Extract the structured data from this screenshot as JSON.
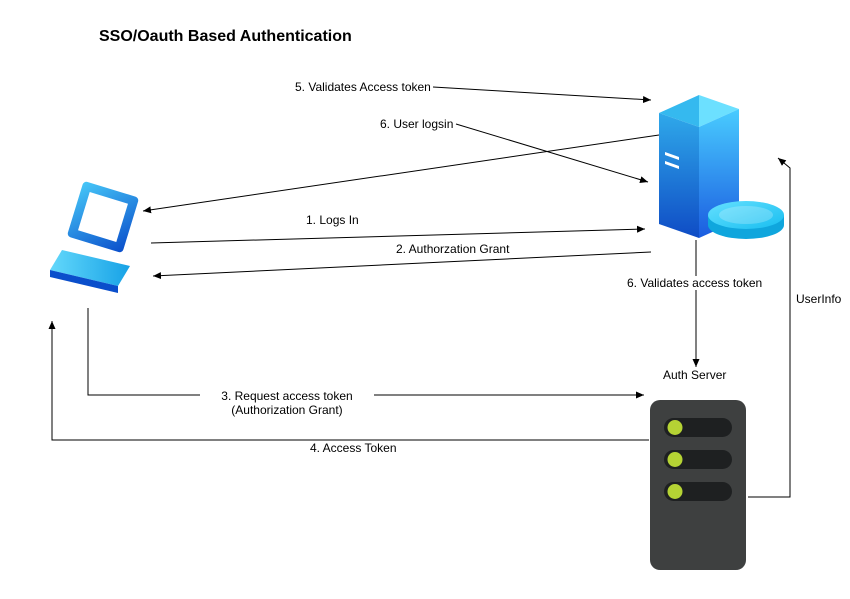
{
  "diagram": {
    "title": "SSO/Oauth Based Authentication",
    "labels": {
      "step5_validates": "5. Validates Access token",
      "step6_user_logsin": "6. User logsin",
      "step1_logs_in": "1.  Logs In",
      "step2_auth_grant": "2.  Authorzation Grant",
      "step6_validates_token": "6. Validates access token",
      "userinfo": "UserInfo",
      "step3_line1": "3.  Request access token",
      "step3_line2": "(Authorization Grant)",
      "step4_access_token": "4.  Access Token",
      "auth_server": "Auth Server"
    },
    "nodes": [
      {
        "id": "client",
        "type": "laptop-icon"
      },
      {
        "id": "sso_server",
        "type": "server-icon-with-disk"
      },
      {
        "id": "auth_server",
        "type": "server-rack-icon",
        "label_key": "auth_server"
      }
    ],
    "edges": [
      {
        "from": "client",
        "to": "sso_server",
        "label_key": "step5_validates"
      },
      {
        "from": "sso_server",
        "to": "client",
        "label_key": null
      },
      {
        "from": "client",
        "to": "sso_server",
        "label_key": "step6_user_logsin"
      },
      {
        "from": "client",
        "to": "sso_server",
        "label_key": "step1_logs_in"
      },
      {
        "from": "sso_server",
        "to": "client",
        "label_key": "step2_auth_grant"
      },
      {
        "from": "sso_server",
        "to": "auth_server",
        "label_key": "step6_validates_token"
      },
      {
        "from": "client",
        "to": "auth_server",
        "label_key": "step3_line1"
      },
      {
        "from": "auth_server",
        "to": "client",
        "label_key": "step4_access_token"
      },
      {
        "from": "auth_server",
        "to": "sso_server",
        "label_key": "userinfo"
      }
    ],
    "colors": {
      "background": "#ffffff",
      "text": "#000000",
      "arrow": "#000000",
      "icon_blue_light": "#47c8f8",
      "icon_blue_dark": "#0a4ecb",
      "disk_cyan": "#18bef0",
      "rack_body": "#3e4040",
      "rack_slot": "#1e2021",
      "led_green": "#b5d334"
    }
  }
}
